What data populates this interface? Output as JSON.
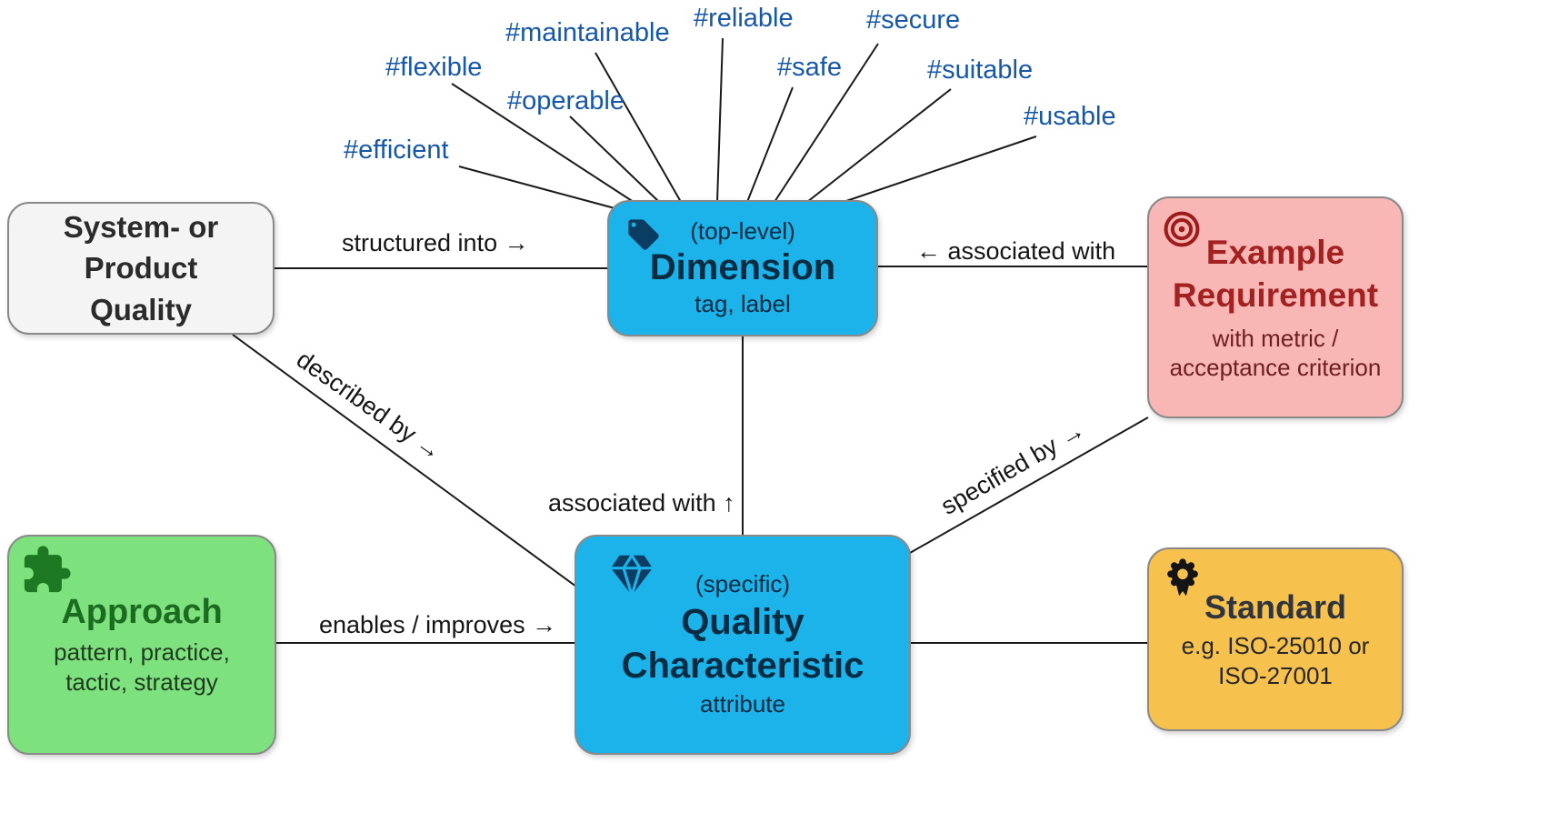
{
  "nodes": {
    "system_quality": {
      "title": "System- or\nProduct\nQuality"
    },
    "dimension": {
      "pre": "(top-level)",
      "title": "Dimension",
      "sub": "tag, label"
    },
    "example_requirement": {
      "title": "Example\nRequirement",
      "sub": "with metric /\nacceptance criterion"
    },
    "approach": {
      "title": "Approach",
      "sub": "pattern, practice,\ntactic, strategy"
    },
    "quality_characteristic": {
      "pre": "(specific)",
      "title": "Quality\nCharacteristic",
      "sub": "attribute"
    },
    "standard": {
      "title": "Standard",
      "sub": "e.g. ISO-25010 or\nISO-27001"
    }
  },
  "edges": {
    "structured_into": "structured into →",
    "associated_with_dimension": "← associated with",
    "described_by": "described by →",
    "associated_with_up": "associated with ↑",
    "specified_by": "specified by →",
    "enables_improves": "enables / improves →"
  },
  "tags": {
    "efficient": "#efficient",
    "flexible": "#flexible",
    "operable": "#operable",
    "maintainable": "#maintainable",
    "reliable": "#reliable",
    "safe": "#safe",
    "secure": "#secure",
    "suitable": "#suitable",
    "usable": "#usable"
  },
  "colors": {
    "blue_node": "#1cb2ea",
    "pink_node": "#f8b7b5",
    "green_node": "#7de27d",
    "amber_node": "#f7c14e",
    "gray_node": "#f4f4f4",
    "hashtag_text": "#1657a8",
    "dark_navy_icon": "#0b3d63",
    "dark_red": "#a32121",
    "dark_green": "#1b6b20",
    "line": "#1a1a1a"
  }
}
